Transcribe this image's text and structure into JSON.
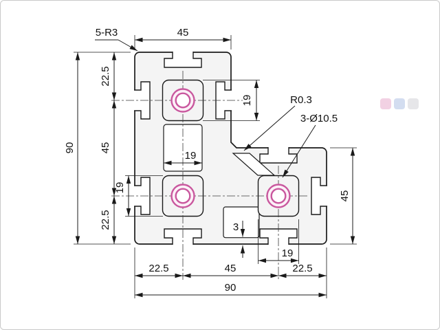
{
  "drawing": {
    "subject": "Aluminium extrusion profile 90x90 L-shaped cross-section",
    "colors": {
      "line": "#1a1a1a",
      "highlight": "#c9579e",
      "material": "#f4f4f4"
    },
    "labels": {
      "corner_note": "5-R3",
      "fillet_note": "R0.3",
      "holes_note": "3-Ø10.5"
    },
    "dimensions": {
      "top_width": "45",
      "left_overall": "90",
      "left_top_offset": "22.5",
      "left_center_span": "45",
      "left_boss": "19",
      "left_bottom_offset": "22.5",
      "hole1_boss": "19",
      "center_channel": "19",
      "right_height": "45",
      "bottom_wall": "3",
      "hole3_boss": "19",
      "bottom_left_offset": "22.5",
      "bottom_center_span": "45",
      "bottom_right_offset": "22.5",
      "bottom_overall": "90"
    }
  }
}
